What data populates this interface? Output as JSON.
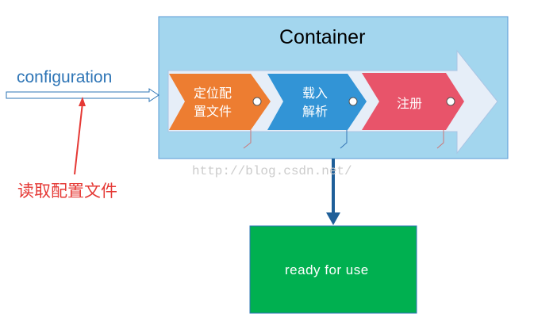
{
  "input_label": "configuration",
  "annotation": "读取配置文件",
  "container_title": "Container",
  "steps": [
    {
      "label": "定位配置文件",
      "line1": "定位配",
      "line2": "置文件",
      "color": "#ED7D31"
    },
    {
      "label": "载入解析",
      "line1": "载入",
      "line2": "解析",
      "color": "#3294D6"
    },
    {
      "label": "注册",
      "line1": "注册",
      "line2": "",
      "color": "#E8546A"
    }
  ],
  "watermark": "http://blog.csdn.net/",
  "output_label": "ready for use",
  "colors": {
    "container": "#A3D6EE",
    "output": "#00B050",
    "arrow": "#2E75B6",
    "annotation": "#E53935"
  }
}
